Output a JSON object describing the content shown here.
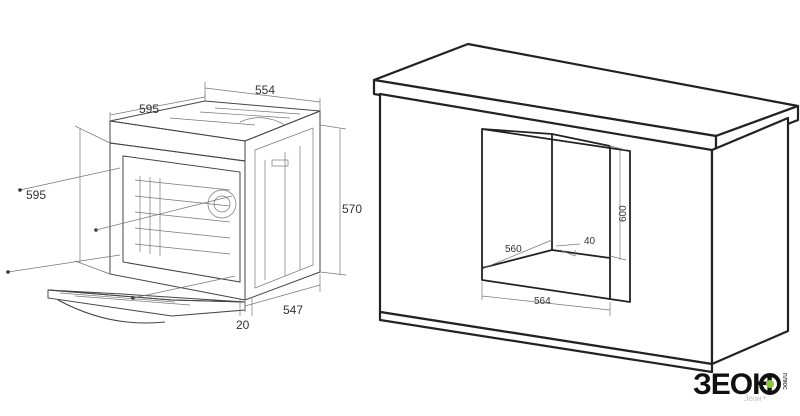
{
  "oven": {
    "dims": {
      "front_width": "595",
      "depth": "554",
      "front_height": "595",
      "side_height": "570",
      "side_depth": "547",
      "door_thickness": "20"
    }
  },
  "niche": {
    "dims": {
      "depth": "560",
      "gap": "40",
      "height": "600",
      "width": "564"
    }
  },
  "watermark": "Зеон+",
  "logo": {
    "text": "ЗЕОН",
    "subtext": "плюс"
  },
  "colors": {
    "line": "#222222",
    "background": "#ffffff",
    "logo_accent": "#8cc63f"
  }
}
